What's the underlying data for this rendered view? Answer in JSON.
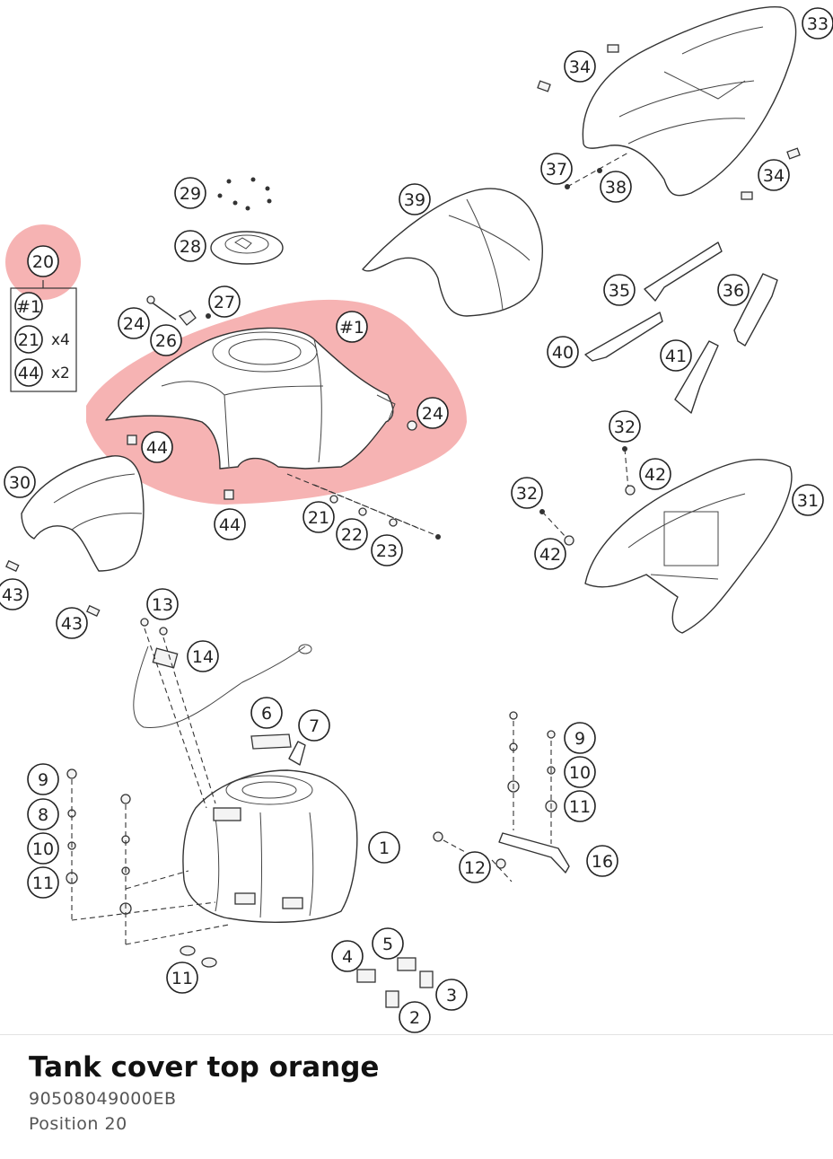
{
  "part": {
    "title": "Tank cover top orange",
    "part_number": "90508049000EB",
    "position": "Position 20"
  },
  "highlight_color": "#f08080",
  "legend": {
    "rows": [
      {
        "ref": "#1",
        "qty": ""
      },
      {
        "ref": "21",
        "qty": "x4"
      },
      {
        "ref": "44",
        "qty": "x2"
      }
    ]
  },
  "callouts": [
    "20",
    "#1",
    "21",
    "44",
    "1",
    "2",
    "3",
    "4",
    "5",
    "6",
    "7",
    "8",
    "9",
    "10",
    "11",
    "12",
    "13",
    "14",
    "16",
    "22",
    "23",
    "24",
    "26",
    "27",
    "28",
    "29",
    "30",
    "31",
    "32",
    "33",
    "34",
    "35",
    "36",
    "37",
    "38",
    "39",
    "40",
    "41",
    "42",
    "43"
  ]
}
